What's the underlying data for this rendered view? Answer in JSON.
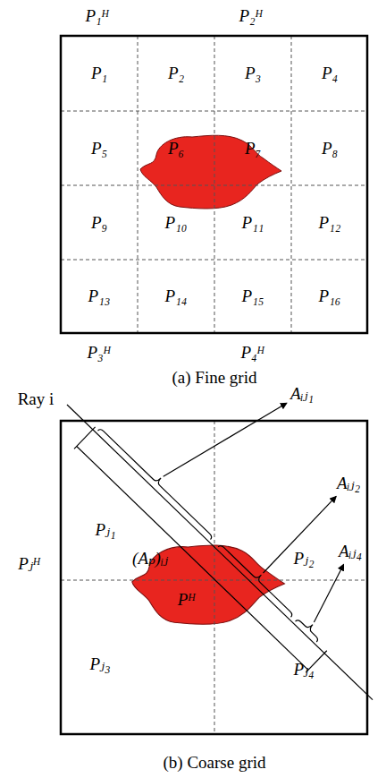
{
  "diagram": {
    "labels": [
      "P₁ᴴ",
      "P₂ᴴ",
      "P₁",
      "P₂",
      "P₃",
      "P₄",
      "P₅",
      "P₆",
      "P₇",
      "P₈",
      "P₉",
      "P₁₀",
      "P₁₁",
      "P₁₂",
      "P₁₃",
      "P₁₄",
      "P₁₅",
      "P₁₆",
      "P₃ᴴ",
      "P₄ᴴ",
      "(a) Fine grid",
      "Ray i",
      "Aᵢⱼ₁",
      "Aᵢⱼ₂",
      "Pⱼ₁",
      "Pⱼ₂",
      "Aᵢⱼ₄",
      "Pⱼᴴ",
      "(Aₚ)ᵢⱼ",
      "Pᴴ",
      "Pⱼ₃",
      "Pⱼ₄",
      "(b) Coarse grid"
    ]
  }
}
